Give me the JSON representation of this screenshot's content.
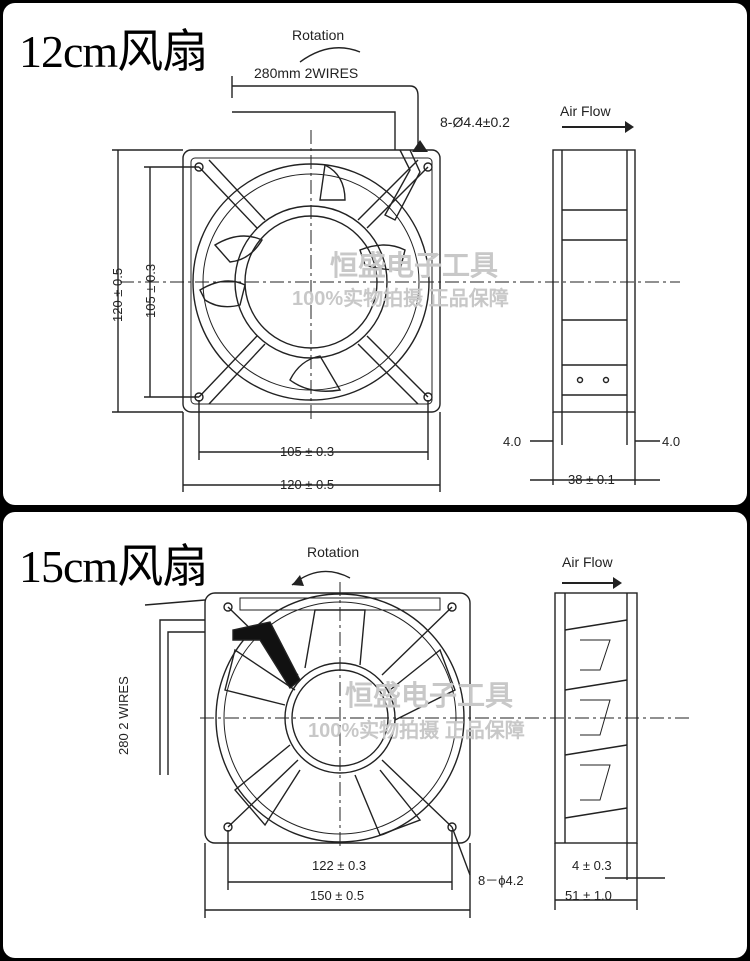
{
  "fan_12cm": {
    "title": "12cm风扇",
    "rotation_label": "Rotation",
    "wire_label": "280mm 2WIRES",
    "hole_label": "8-Ø4.4±0.2",
    "airflow_label": "Air Flow",
    "dim_height_outer": "120 ± 0.5",
    "dim_height_inner": "105 ± 0.3",
    "dim_width_inner": "105 ± 0.3",
    "dim_width_outer": "120 ± 0.5",
    "dim_side_left": "4.0",
    "dim_side_right": "4.0",
    "dim_depth": "38 ± 0.1",
    "watermark_line1": "恒盛电子工具",
    "watermark_line2": "100%实物拍摄 正品保障"
  },
  "fan_15cm": {
    "title": "15cm风扇",
    "rotation_label": "Rotation",
    "airflow_label": "Air Flow",
    "wire_label": "280  2 WIRES",
    "dim_width_inner": "122 ± 0.3",
    "dim_width_outer": "150 ± 0.5",
    "hole_label": "8－ϕ4.2",
    "dim_side_flange": "4 ± 0.3",
    "dim_depth": "51 ± 1.0",
    "watermark_line1": "恒盛电子工具",
    "watermark_line2": "100%实物拍摄 正品保障"
  }
}
